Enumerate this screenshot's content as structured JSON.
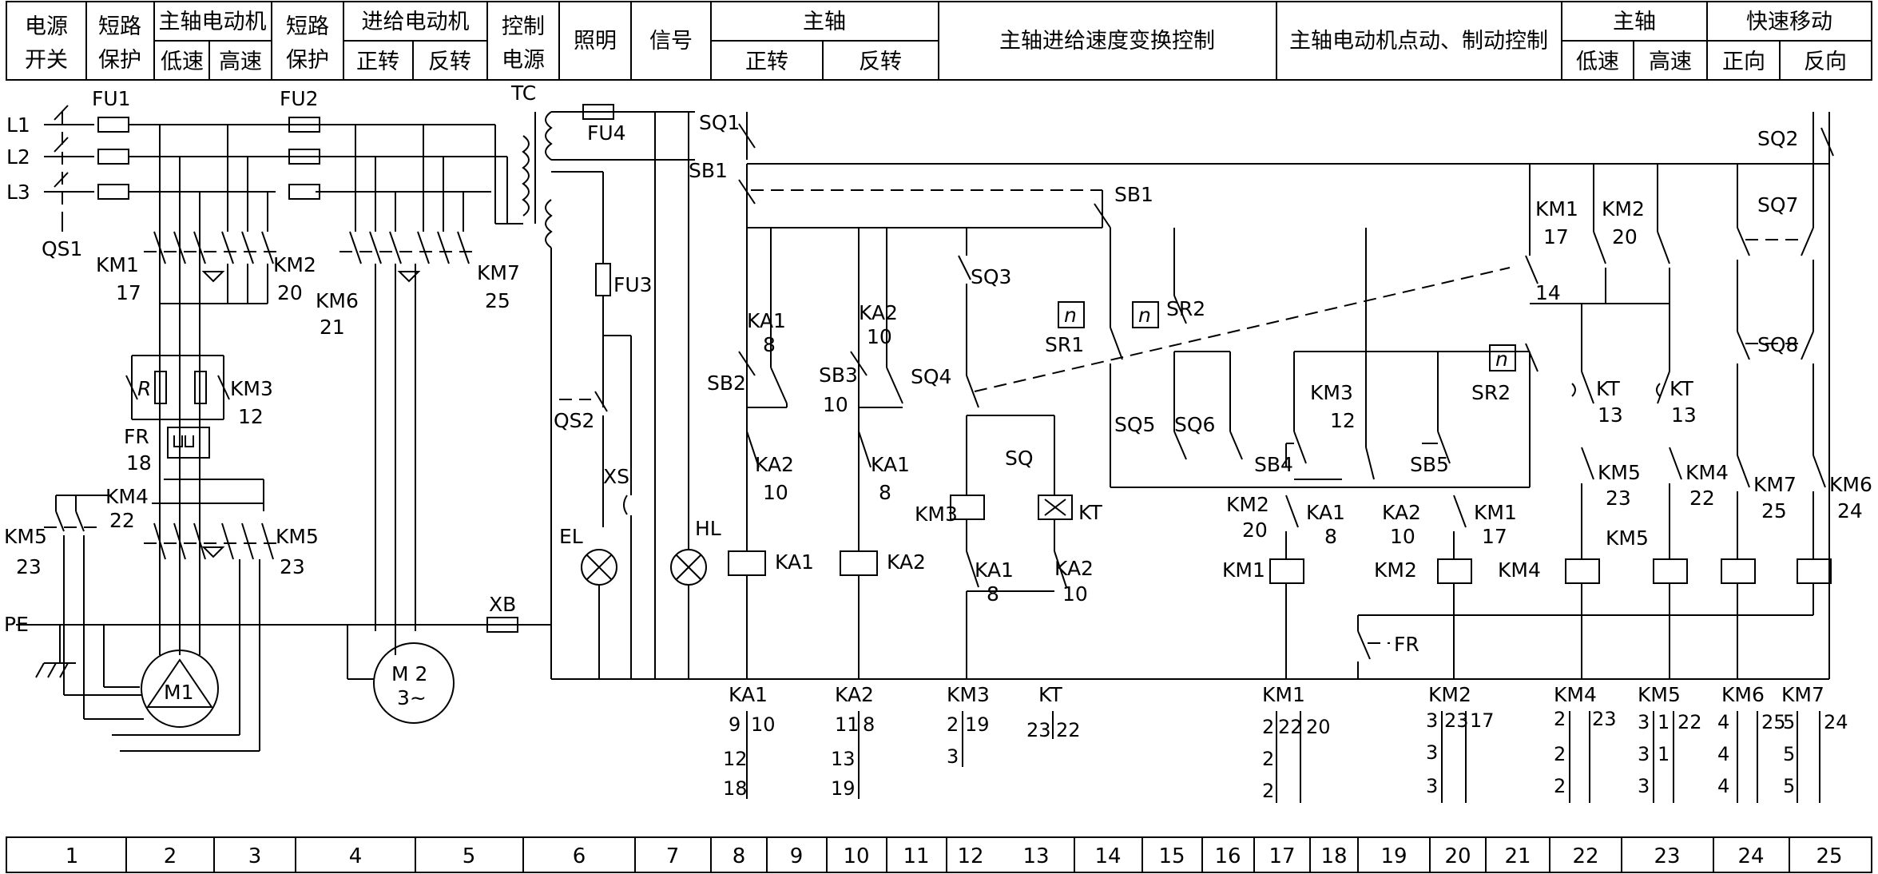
{
  "header": {
    "cells": [
      {
        "id": "power-switch",
        "lines": [
          "电源",
          "开关"
        ]
      },
      {
        "id": "short-protect-1",
        "lines": [
          "短路",
          "保护"
        ]
      },
      {
        "id": "short-protect-2",
        "lines": [
          "短路",
          "保护"
        ]
      },
      {
        "id": "control-power",
        "lines": [
          "控制",
          "电源"
        ]
      },
      {
        "id": "lighting",
        "lines": [
          "照明"
        ]
      },
      {
        "id": "signal",
        "lines": [
          "信号"
        ]
      },
      {
        "id": "spindle-speed-change",
        "lines": [
          "主轴进给速度变换控制"
        ]
      },
      {
        "id": "spindle-jog-brake",
        "lines": [
          "主轴电动机点动、制动控制"
        ]
      }
    ],
    "groups": [
      {
        "id": "spindle-motor",
        "title": "主轴电动机",
        "subs": [
          "低速",
          "高速"
        ]
      },
      {
        "id": "feed-motor",
        "title": "进给电动机",
        "subs": [
          "正转",
          "反转"
        ]
      },
      {
        "id": "spindle-dir",
        "title": "主轴",
        "subs": [
          "正转",
          "反转"
        ]
      },
      {
        "id": "spindle-speed",
        "title": "主轴",
        "subs": [
          "低速",
          "高速"
        ]
      },
      {
        "id": "fast-move",
        "title": "快速移动",
        "subs": [
          "正向",
          "反向"
        ]
      }
    ]
  },
  "footer": {
    "columns": [
      "1",
      "2",
      "3",
      "4",
      "5",
      "6",
      "7",
      "8",
      "9",
      "10",
      "11",
      "12",
      "13",
      "14",
      "15",
      "16",
      "17",
      "18",
      "19",
      "20",
      "21",
      "22",
      "23",
      "24",
      "25"
    ]
  },
  "labels": [
    {
      "id": "L1",
      "text": "L1"
    },
    {
      "id": "L2",
      "text": "L2"
    },
    {
      "id": "L3",
      "text": "L3"
    },
    {
      "id": "QS1",
      "text": "QS1"
    },
    {
      "id": "FU1",
      "text": "FU1"
    },
    {
      "id": "FU2",
      "text": "FU2"
    },
    {
      "id": "KM1-main",
      "text": "KM1"
    },
    {
      "id": "n17-main",
      "text": "17"
    },
    {
      "id": "KM2-main",
      "text": "KM2"
    },
    {
      "id": "n20-main",
      "text": "20"
    },
    {
      "id": "KM6-main",
      "text": "KM6"
    },
    {
      "id": "n21-main",
      "text": "21"
    },
    {
      "id": "KM7-main",
      "text": "KM7"
    },
    {
      "id": "n25-main",
      "text": "25"
    },
    {
      "id": "R",
      "text": "R"
    },
    {
      "id": "KM3-main",
      "text": "KM3"
    },
    {
      "id": "n12-main",
      "text": "12"
    },
    {
      "id": "FR-main",
      "text": "FR"
    },
    {
      "id": "n18-main",
      "text": "18"
    },
    {
      "id": "KM4-main",
      "text": "KM4"
    },
    {
      "id": "n22-main",
      "text": "22"
    },
    {
      "id": "KM5-left",
      "text": "KM5"
    },
    {
      "id": "n23-left",
      "text": "23"
    },
    {
      "id": "KM5-right",
      "text": "KM5"
    },
    {
      "id": "n23-right",
      "text": "23"
    },
    {
      "id": "PE",
      "text": "PE"
    },
    {
      "id": "M1",
      "text": "M1"
    },
    {
      "id": "M2",
      "text": "M 2"
    },
    {
      "id": "M2-phase",
      "text": "3~"
    },
    {
      "id": "XB",
      "text": "XB"
    },
    {
      "id": "TC",
      "text": "TC"
    },
    {
      "id": "FU4",
      "text": "FU4"
    },
    {
      "id": "FU3",
      "text": "FU3"
    },
    {
      "id": "QS2",
      "text": "QS2"
    },
    {
      "id": "XS",
      "text": "XS"
    },
    {
      "id": "EL",
      "text": "EL"
    },
    {
      "id": "HL",
      "text": "HL"
    },
    {
      "id": "SQ1",
      "text": "SQ1"
    },
    {
      "id": "SB1-a",
      "text": "SB1"
    },
    {
      "id": "SB1-b",
      "text": "SB1"
    },
    {
      "id": "SQ2",
      "text": "SQ2"
    },
    {
      "id": "KA1-c1",
      "text": "KA1"
    },
    {
      "id": "n8-c1",
      "text": "8"
    },
    {
      "id": "SB2",
      "text": "SB2"
    },
    {
      "id": "KA2-c1",
      "text": "KA2"
    },
    {
      "id": "n10-c1",
      "text": "10"
    },
    {
      "id": "KA2-c2",
      "text": "KA2"
    },
    {
      "id": "n10-c2",
      "text": "10"
    },
    {
      "id": "SB3",
      "text": "SB3"
    },
    {
      "id": "n10-sb3",
      "text": "10"
    },
    {
      "id": "SQ4",
      "text": "SQ4"
    },
    {
      "id": "KA1-c2",
      "text": "KA1"
    },
    {
      "id": "n8-c2",
      "text": "8"
    },
    {
      "id": "KA1-coil",
      "text": "KA1"
    },
    {
      "id": "KA2-coil",
      "text": "KA2"
    },
    {
      "id": "SQ3",
      "text": "SQ3"
    },
    {
      "id": "n-sr1",
      "text": "n"
    },
    {
      "id": "SR1",
      "text": "SR1"
    },
    {
      "id": "n-sr2a",
      "text": "n"
    },
    {
      "id": "SR2-a",
      "text": "SR2"
    },
    {
      "id": "SQ5",
      "text": "SQ5"
    },
    {
      "id": "SQ6",
      "text": "SQ6"
    },
    {
      "id": "KM3-coil",
      "text": "KM3"
    },
    {
      "id": "SQ",
      "text": "SQ"
    },
    {
      "id": "KT-coil",
      "text": "KT"
    },
    {
      "id": "KA1-c3",
      "text": "KA1"
    },
    {
      "id": "n8-c3",
      "text": "8"
    },
    {
      "id": "KA2-c3",
      "text": "KA2"
    },
    {
      "id": "n10-c3",
      "text": "10"
    },
    {
      "id": "KM3-c",
      "text": "KM3"
    },
    {
      "id": "n12-c",
      "text": "12"
    },
    {
      "id": "SB4",
      "text": "SB4"
    },
    {
      "id": "SB5",
      "text": "SB5"
    },
    {
      "id": "KM2-c1",
      "text": "KM2"
    },
    {
      "id": "n20-c1",
      "text": "20"
    },
    {
      "id": "KA1-c4",
      "text": "KA1"
    },
    {
      "id": "n8-c4",
      "text": "8"
    },
    {
      "id": "KA2-c4",
      "text": "KA2"
    },
    {
      "id": "n10-c4",
      "text": "10"
    },
    {
      "id": "KM1-c1",
      "text": "KM1"
    },
    {
      "id": "n17-c1",
      "text": "17"
    },
    {
      "id": "KM1-coil",
      "text": "KM1"
    },
    {
      "id": "KM2-coil",
      "text": "KM2"
    },
    {
      "id": "n-sr2b",
      "text": "n"
    },
    {
      "id": "SR2-b",
      "text": "SR2"
    },
    {
      "id": "KM1-c2",
      "text": "KM1"
    },
    {
      "id": "n17-c2",
      "text": "17"
    },
    {
      "id": "KM2-c2",
      "text": "KM2"
    },
    {
      "id": "n20-c2",
      "text": "20"
    },
    {
      "id": "n14",
      "text": "14"
    },
    {
      "id": "KT-c1",
      "text": "KT"
    },
    {
      "id": "n13-c1",
      "text": "13"
    },
    {
      "id": "KT-c2",
      "text": "KT"
    },
    {
      "id": "n13-c2",
      "text": "13"
    },
    {
      "id": "KM5-c",
      "text": "KM5"
    },
    {
      "id": "n23-c",
      "text": "23"
    },
    {
      "id": "KM4-c",
      "text": "KM4"
    },
    {
      "id": "n22-c",
      "text": "22"
    },
    {
      "id": "KM4-coil",
      "text": "KM4"
    },
    {
      "id": "KM5-coil",
      "text": "KM5"
    },
    {
      "id": "SQ7",
      "text": "SQ7"
    },
    {
      "id": "SQ8",
      "text": "SQ8"
    },
    {
      "id": "KM7-c",
      "text": "KM7"
    },
    {
      "id": "n25-c",
      "text": "25"
    },
    {
      "id": "KM6-c",
      "text": "KM6"
    },
    {
      "id": "n24-c",
      "text": "24"
    },
    {
      "id": "FR-c",
      "text": "FR"
    }
  ],
  "contact_tables": [
    {
      "name": "KA1",
      "left": [
        "9",
        "12",
        "18"
      ],
      "right": [
        "10"
      ]
    },
    {
      "name": "KA2",
      "left": [
        "11",
        "13",
        "19"
      ],
      "right": [
        "8"
      ]
    },
    {
      "name": "KM3",
      "left": [
        "2",
        "3"
      ],
      "right": [
        "19"
      ]
    },
    {
      "name": "KT",
      "left": [
        "23"
      ],
      "right": [
        "22"
      ]
    },
    {
      "name": "KM1",
      "left": [
        "2",
        "2",
        "2"
      ],
      "right": [
        "22",
        "20"
      ]
    },
    {
      "name": "KM2",
      "left": [
        "3",
        "3",
        "3"
      ],
      "right": [
        "23",
        "17"
      ]
    },
    {
      "name": "KM4",
      "left": [
        "2",
        "2",
        "2"
      ],
      "right": [
        "23"
      ]
    },
    {
      "name": "KM5",
      "left": [
        "3",
        "3",
        "3"
      ],
      "mid": [
        "1",
        "1"
      ],
      "right": [
        "22"
      ]
    },
    {
      "name": "KM6",
      "left": [
        "4",
        "4",
        "4"
      ],
      "right": [
        "25"
      ]
    },
    {
      "name": "KM7",
      "left": [
        "5",
        "5",
        "5"
      ],
      "right": [
        "24"
      ]
    }
  ]
}
